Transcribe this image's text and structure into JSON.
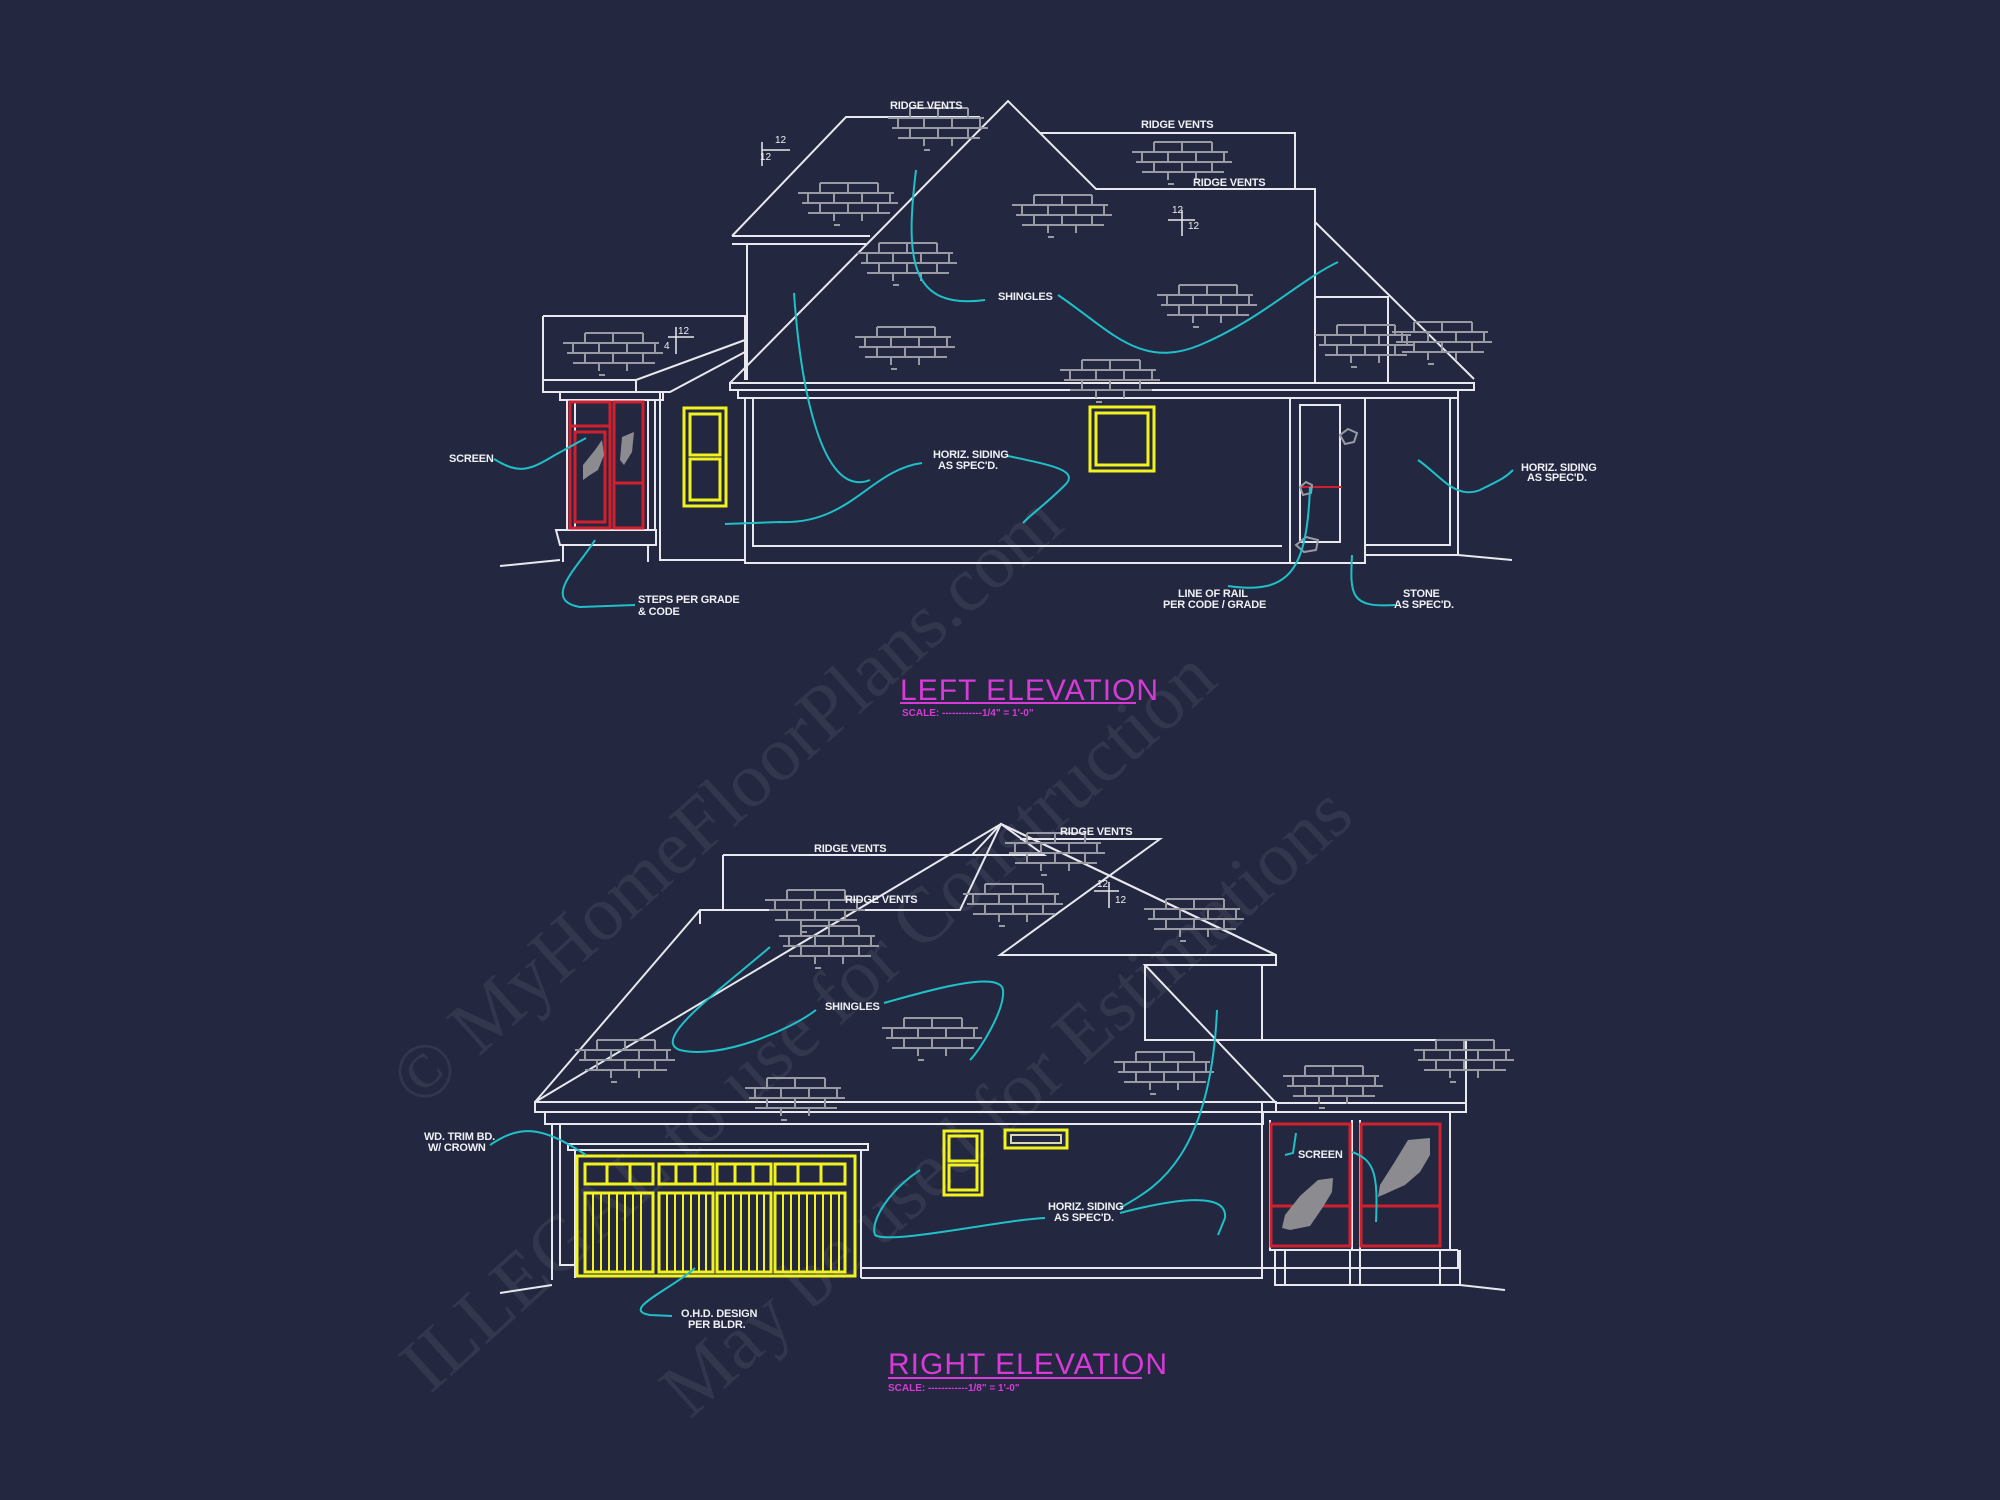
{
  "colors": {
    "background": "#232840",
    "linework": "#e8e8ee",
    "brick_hatch": "#9a9aa4",
    "windows": "#f2f21e",
    "screen_frames": "#d0202e",
    "leaders": "#1fc0c8",
    "titles": "#d83ad8"
  },
  "watermark": {
    "line1": "© MyHomeFloorPlans.com",
    "line2": "ILLEGAL to use for Construction",
    "line3": "May be used for Estimations"
  },
  "left_elevation": {
    "title": "LEFT ELEVATION",
    "scale": "SCALE: ------------1/4\" = 1'-0\"",
    "labels": {
      "ridge_vents_1": "RIDGE VENTS",
      "ridge_vents_2": "RIDGE VENTS",
      "ridge_vents_3": "RIDGE VENTS",
      "shingles": "SHINGLES",
      "screen": "SCREEN",
      "horiz_siding_1_l1": "HORIZ. SIDING",
      "horiz_siding_1_l2": "AS SPEC'D.",
      "horiz_siding_2_l1": "HORIZ. SIDING",
      "horiz_siding_2_l2": "AS SPEC'D.",
      "steps_l1": "STEPS PER GRADE",
      "steps_l2": "& CODE",
      "rail_l1": "LINE OF RAIL",
      "rail_l2": "PER CODE / GRADE",
      "stone_l1": "STONE",
      "stone_l2": "AS SPEC'D."
    },
    "pitches": [
      {
        "rise": "12",
        "run": "12"
      },
      {
        "rise": "12",
        "run": "12"
      },
      {
        "rise": "4",
        "run": "12"
      }
    ]
  },
  "right_elevation": {
    "title": "RIGHT ELEVATION",
    "scale": "SCALE: ------------1/8\" = 1'-0\"",
    "labels": {
      "ridge_vents_1": "RIDGE VENTS",
      "ridge_vents_2": "RIDGE VENTS",
      "ridge_vents_3": "RIDGE VENTS",
      "shingles": "SHINGLES",
      "trim_l1": "WD. TRIM BD.",
      "trim_l2": "W/ CROWN",
      "screen": "SCREEN",
      "horiz_siding_l1": "HORIZ. SIDING",
      "horiz_siding_l2": "AS SPEC'D.",
      "ohd_l1": "O.H.D. DESIGN",
      "ohd_l2": "PER BLDR."
    },
    "pitches": [
      {
        "rise": "12",
        "run": "12"
      }
    ]
  }
}
